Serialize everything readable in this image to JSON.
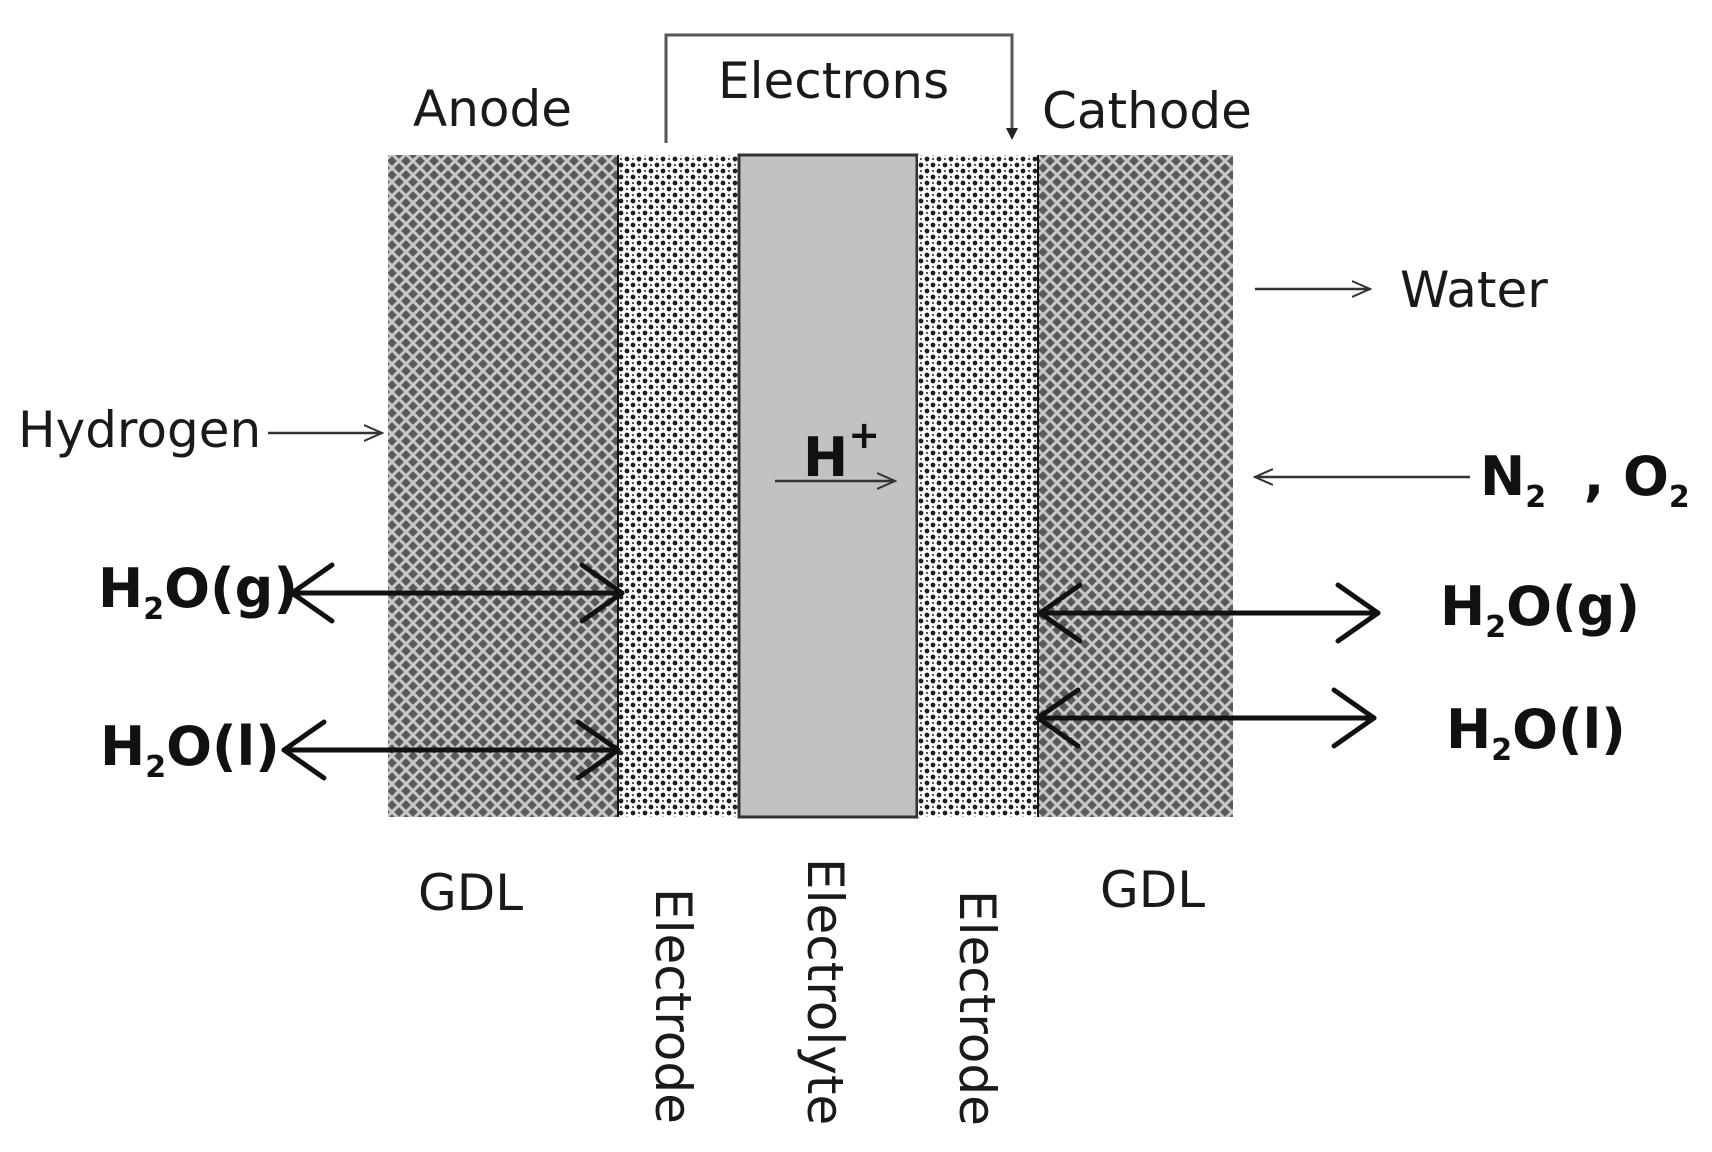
{
  "labels": {
    "electrons": "Electrons",
    "anode": "Anode",
    "cathode": "Cathode",
    "water": "Water",
    "hydrogen": "Hydrogen",
    "proton": {
      "main": "H",
      "charge": "+"
    },
    "air_inlet": {
      "n": "N",
      "n_sub": "2",
      "sep": ",",
      "o": "O",
      "o_sub": "2"
    },
    "vapor": {
      "pre": "H",
      "sub": "2",
      "post": "O(g)"
    },
    "liquid": {
      "pre": "H",
      "sub": "2",
      "post": "O(l)"
    },
    "gdl_left": "GDL",
    "gdl_right": "GDL",
    "electrode_left": "Electrode",
    "electrolyte": "Electrolyte",
    "electrode_right": "Electrode"
  },
  "colors": {
    "gdl": "#3a3a3a",
    "electrode": "#2a2a2a",
    "electrolyte": "#c0c0c0",
    "lines": "#000000"
  }
}
